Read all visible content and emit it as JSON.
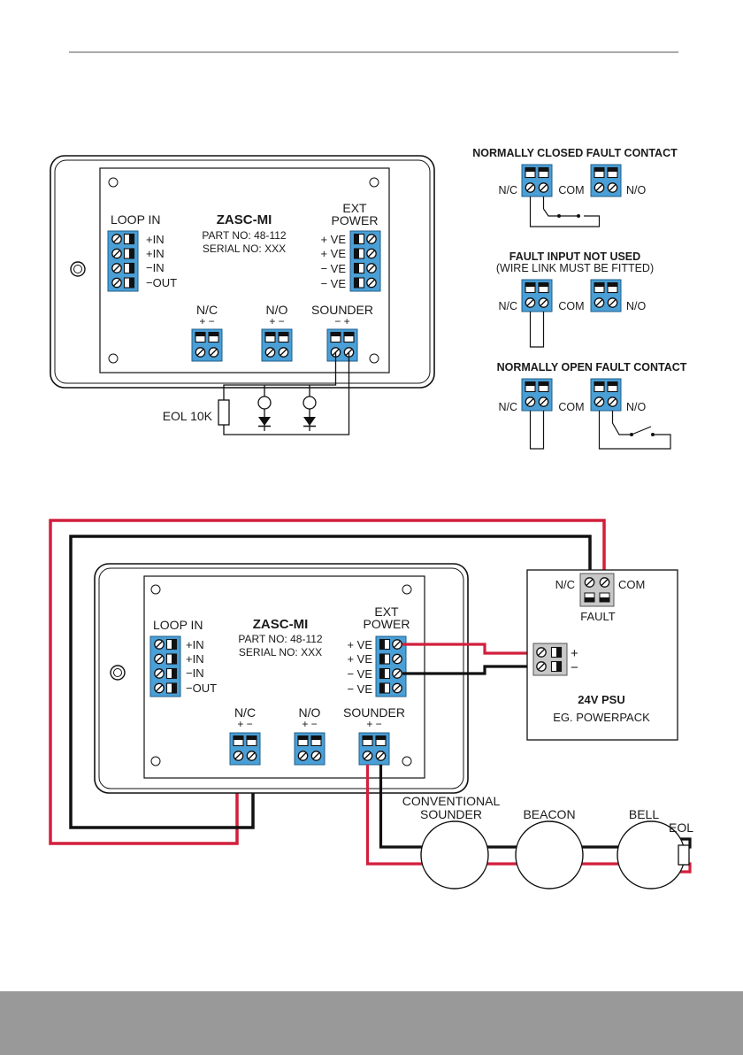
{
  "colors": {
    "terminal_blue": "#4a9fd6",
    "wire_red": "#d21f3c",
    "wire_black": "#111111",
    "footer_gray": "#999999",
    "psu_terminal_gray": "#c8c8c8"
  },
  "module": {
    "title": "ZASC-MI",
    "part_no": "PART NO: 48-112",
    "serial_no": "SERIAL NO: XXX",
    "loop_in": "LOOP IN",
    "loop_terminals": [
      "+IN",
      "+IN",
      "−IN",
      "−OUT"
    ],
    "ext_power_line1": "EXT",
    "ext_power_line2": "POWER",
    "power_terminals": [
      "+ VE",
      "+ VE",
      "− VE",
      "− VE"
    ],
    "nc": "N/C",
    "no": "N/O",
    "sounder": "SOUNDER",
    "nc_polarity": "+  −",
    "no_polarity": "+  −",
    "sounder_polarity_top": "−  +",
    "sounder_polarity_bottom": "+  −"
  },
  "top_diagram": {
    "eol": "EOL 10K"
  },
  "fault_diagrams": [
    {
      "title": "NORMALLY CLOSED FAULT CONTACT",
      "subtitle": "",
      "nc": "N/C",
      "com": "COM",
      "no": "N/O"
    },
    {
      "title": "FAULT INPUT NOT USED",
      "subtitle": "(WIRE LINK MUST BE FITTED)",
      "nc": "N/C",
      "com": "COM",
      "no": "N/O"
    },
    {
      "title": "NORMALLY OPEN FAULT CONTACT",
      "subtitle": "",
      "nc": "N/C",
      "com": "COM",
      "no": "N/O"
    }
  ],
  "psu": {
    "nc": "N/C",
    "com": "COM",
    "fault": "FAULT",
    "plus": "+",
    "minus": "−",
    "title": "24V PSU",
    "subtitle": "EG. POWERPACK"
  },
  "devices": {
    "sounder_line1": "CONVENTIONAL",
    "sounder_line2": "SOUNDER",
    "beacon": "BEACON",
    "bell": "BELL",
    "eol": "EOL"
  }
}
